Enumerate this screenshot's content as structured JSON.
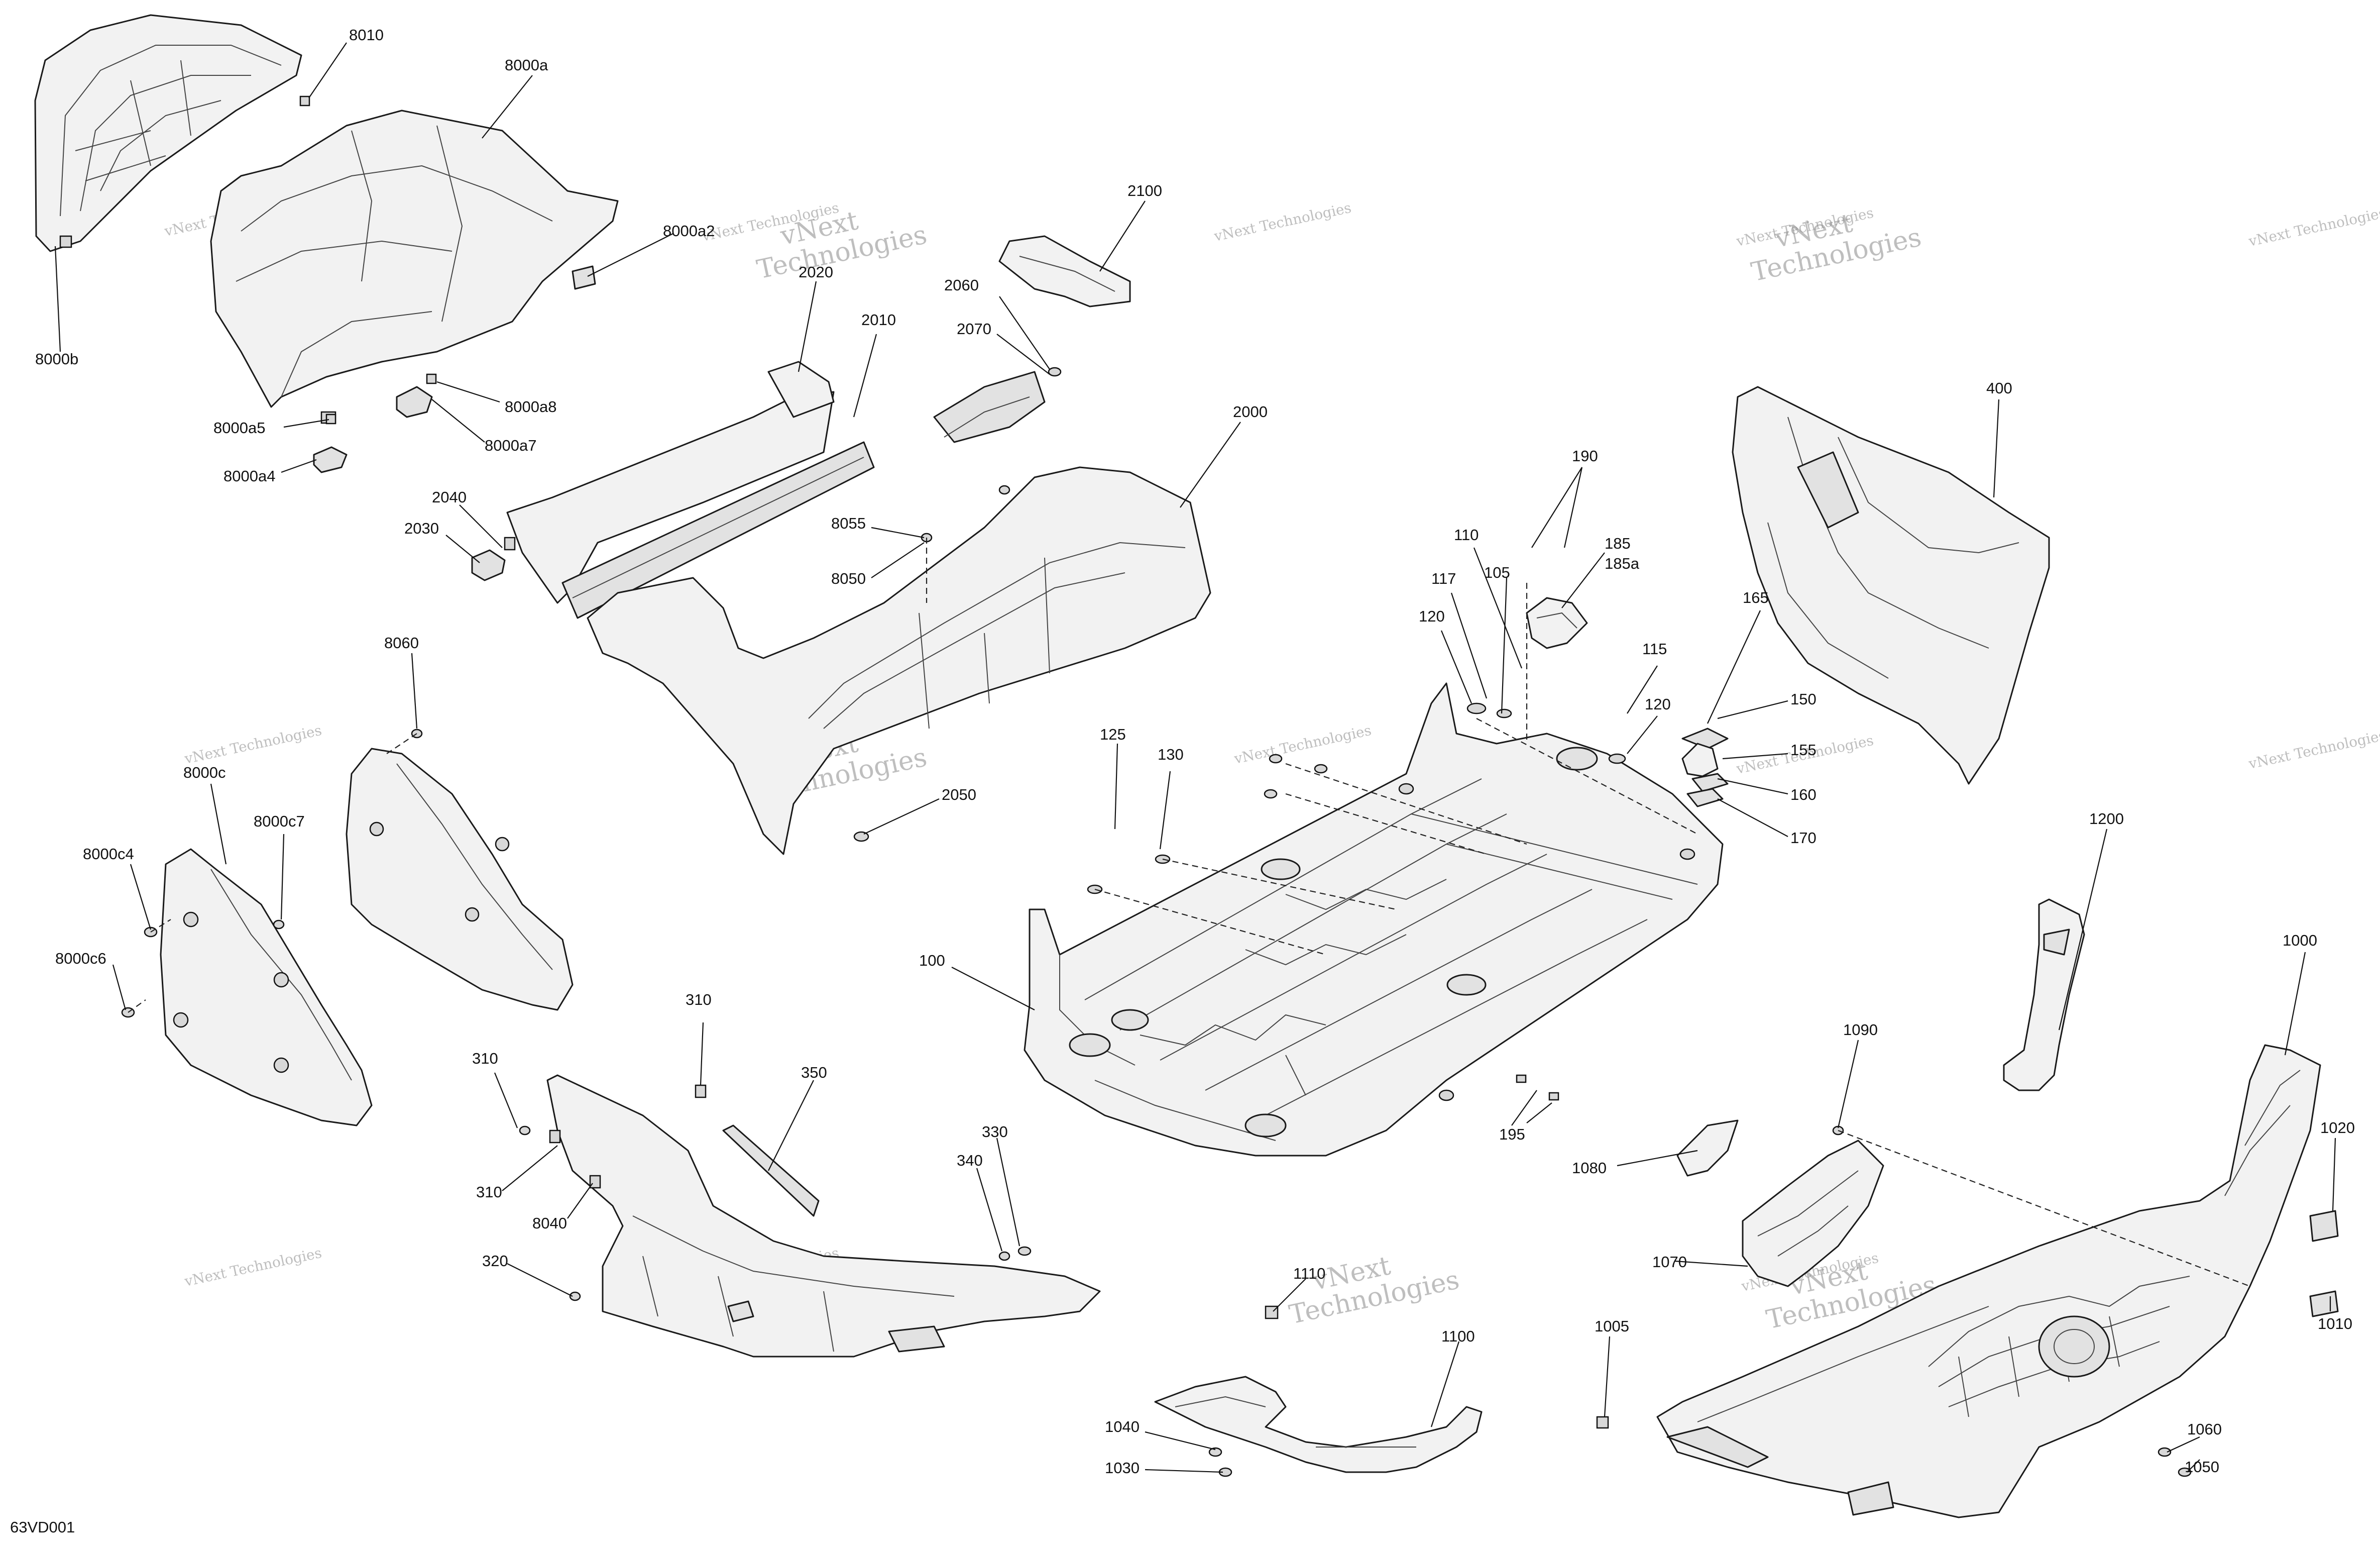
{
  "diagram_code": "63VD001",
  "watermark": [
    "vNext Technologies",
    "vNext Technologies",
    "vNext\nTechnologies"
  ],
  "callouts": {
    "c8010": "8010",
    "c8000a": "8000a",
    "c8000a2": "8000a2",
    "c8000b": "8000b",
    "c8000a8": "8000a8",
    "c8000a5": "8000a5",
    "c8000a7": "8000a7",
    "c8000a4": "8000a4",
    "c2100": "2100",
    "c2060": "2060",
    "c2070": "2070",
    "c2020": "2020",
    "c2010": "2010",
    "c2000": "2000",
    "c8055": "8055",
    "c8050": "8050",
    "c2040": "2040",
    "c2030": "2030",
    "c2050": "2050",
    "c8060": "8060",
    "c8000c": "8000c",
    "c8000c7": "8000c7",
    "c8000c4": "8000c4",
    "c8000c6": "8000c6",
    "c190": "190",
    "c110": "110",
    "c185": "185",
    "c185a": "185a",
    "c117": "117",
    "c105": "105",
    "c120a": "120",
    "c115": "115",
    "c120b": "120",
    "c165": "165",
    "c150": "150",
    "c155": "155",
    "c160": "160",
    "c170": "170",
    "c125": "125",
    "c130": "130",
    "c100": "100",
    "c195": "195",
    "c400": "400",
    "c1200": "1200",
    "c1000": "1000",
    "c1020": "1020",
    "c1010": "1010",
    "c1090": "1090",
    "c1080": "1080",
    "c1070": "1070",
    "c1005": "1005",
    "c1060": "1060",
    "c1050": "1050",
    "c310a": "310",
    "c310b": "310",
    "c310c": "310",
    "c350": "350",
    "c8040": "8040",
    "c320": "320",
    "c330": "330",
    "c340": "340",
    "c1110": "1110",
    "c1100": "1100",
    "c1040": "1040",
    "c1030": "1030"
  }
}
